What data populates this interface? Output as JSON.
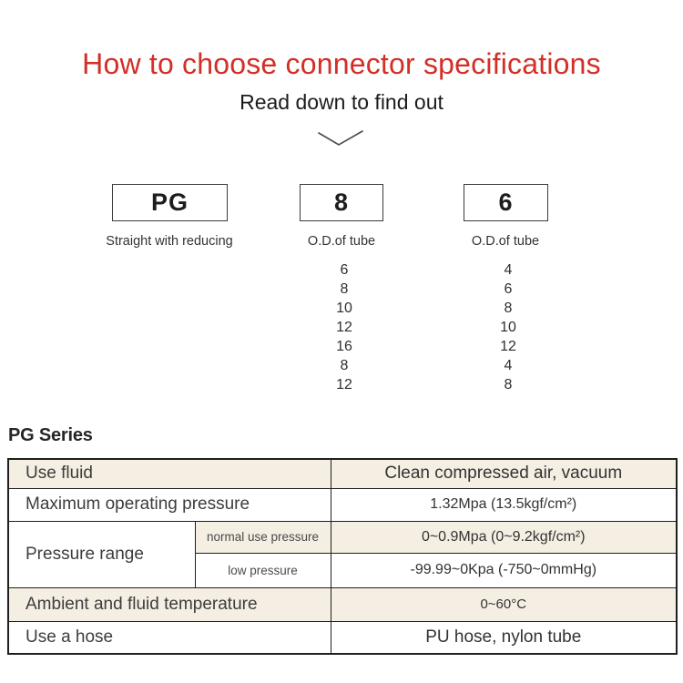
{
  "header": {
    "title": "How to choose connector specifications",
    "subtitle": "Read down to find out"
  },
  "colors": {
    "title_red": "#d32f27",
    "table_highlight_beige": "#f5eee3",
    "table_border": "#1f1f1f",
    "body_text": "#3d3d3d"
  },
  "selector": {
    "columns": [
      {
        "code": "PG",
        "label": "Straight with reducing",
        "options": []
      },
      {
        "code": "8",
        "label": "O.D.of tube",
        "options": [
          "6",
          "8",
          "10",
          "12",
          "16",
          "8",
          "12"
        ]
      },
      {
        "code": "6",
        "label": "O.D.of  tube",
        "options": [
          "4",
          "6",
          "8",
          "10",
          "12",
          "4",
          "8"
        ]
      }
    ]
  },
  "series": {
    "heading": "PG Series"
  },
  "spec_table": {
    "use_fluid": {
      "label": "Use fluid",
      "value": "Clean compressed air, vacuum"
    },
    "max_pressure": {
      "label": "Maximum operating pressure",
      "value": "1.32Mpa (13.5kgf/cm²)"
    },
    "pressure_range": {
      "label": "Pressure range",
      "normal": {
        "label": "normal use pressure",
        "value": "0~0.9Mpa (0~9.2kgf/cm²)"
      },
      "low": {
        "label": "low pressure",
        "value": "-99.99~0Kpa (-750~0mmHg)"
      }
    },
    "temperature": {
      "label": "Ambient and fluid temperature",
      "value": "0~60°C"
    },
    "hose": {
      "label": "Use a hose",
      "value": "PU hose, nylon tube"
    }
  }
}
